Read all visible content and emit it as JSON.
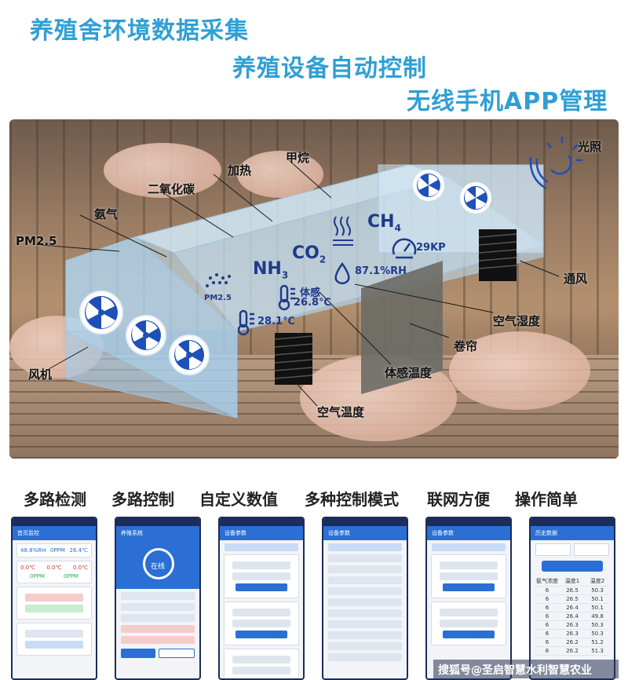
{
  "headlines": [
    "养殖舍环境数据采集",
    "养殖设备自动控制",
    "无线手机APP管理"
  ],
  "scene": {
    "labels": {
      "light": "光照",
      "methane": "甲烷",
      "heating": "加热",
      "co2": "二氧化碳",
      "ammonia": "氨气",
      "pm25": "PM2.5",
      "ventilation": "通风",
      "air_humidity": "空气湿度",
      "curtain": "卷帘",
      "fan": "风机",
      "feel_temp": "体感温度",
      "air_temp": "空气温度"
    },
    "readouts": {
      "ch4": "CH",
      "ch4_sub": "4",
      "co2": "CO",
      "co2_sub": "2",
      "nh3": "NH",
      "nh3_sub": "3",
      "pressure": "29KP",
      "humidity": "87.1%RH",
      "feel_label": "体感",
      "feel_value": "26.8℃",
      "temperature": "28.1℃",
      "pm25_icon": "PM2.5"
    },
    "icons": [
      "sun-icon",
      "fan-icon",
      "heat-icon",
      "gauge-icon",
      "droplet-icon",
      "thermometer-icon",
      "dust-icon",
      "window-icon"
    ]
  },
  "features": [
    "多路检测",
    "多路控制",
    "自定义数值",
    "多种控制模式",
    "联网方便",
    "操作简单"
  ],
  "phones": {
    "titles": [
      "首页监控",
      "养殖系统",
      "设备参数",
      "设备参数",
      "设备参数",
      "历史数据"
    ],
    "status_online": "在线",
    "history_table": {
      "headers": [
        "氨气浓度",
        "温度1",
        "温度2"
      ],
      "rows": [
        [
          "6",
          "26.5",
          "50.3"
        ],
        [
          "6",
          "26.5",
          "50.1"
        ],
        [
          "6",
          "26.4",
          "50.1"
        ],
        [
          "6",
          "26.4",
          "49.8"
        ],
        [
          "6",
          "26.3",
          "50.3"
        ],
        [
          "6",
          "26.3",
          "50.3"
        ],
        [
          "6",
          "26.2",
          "51.2"
        ],
        [
          "6",
          "26.2",
          "51.3"
        ]
      ]
    },
    "phone1_values": [
      "48.8%RH",
      "0PPM",
      "26.4℃",
      "0.0℃",
      "0.0℃",
      "0.0℃",
      "0PPM",
      "0PPM"
    ]
  },
  "watermark": "搜狐号@圣启智慧水利智慧农业"
}
